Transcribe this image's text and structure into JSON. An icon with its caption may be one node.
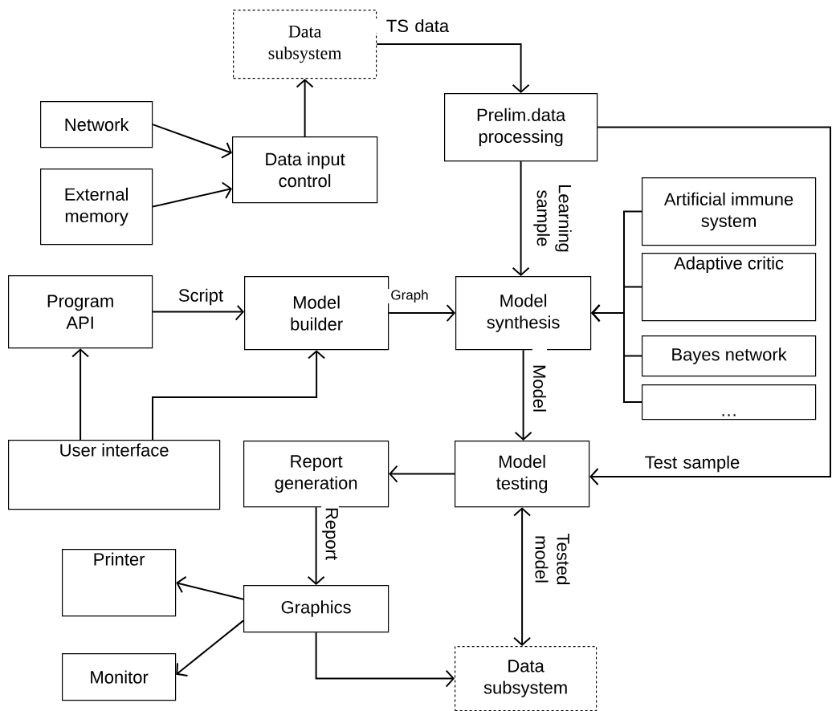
{
  "diagram": {
    "nodes": [
      {
        "text": [
          "Data subsystem"
        ]
      },
      {
        "text": [
          "Network"
        ]
      },
      {
        "text": [
          "Data input control"
        ]
      },
      {
        "text": [
          "External memory"
        ]
      },
      {
        "text": [
          "Prelim.data processing"
        ]
      },
      {
        "text": [
          "Artificial immune system"
        ]
      },
      {
        "text": [
          "Adaptive critic"
        ]
      },
      {
        "text": [
          "Bayes network"
        ]
      },
      {
        "text": [
          "…"
        ]
      },
      {
        "text": [
          "Program API"
        ]
      },
      {
        "text": [
          "Model builder"
        ]
      },
      {
        "text": [
          "Model synthesis"
        ]
      },
      {
        "text": [
          "User interface"
        ]
      },
      {
        "text": [
          "Report generation"
        ]
      },
      {
        "text": [
          "Model testing"
        ]
      },
      {
        "text": [
          "Printer"
        ]
      },
      {
        "text": [
          "Graphics"
        ]
      },
      {
        "text": [
          "Monitor"
        ]
      },
      {
        "text": [
          "Data subsystem"
        ]
      }
    ],
    "edges": [
      {
        "from": 0,
        "to": 4,
        "arrow": "to",
        "label": "TS data"
      },
      {
        "from": 1,
        "to": 2,
        "arrow": "to"
      },
      {
        "from": 3,
        "to": 2,
        "arrow": "to"
      },
      {
        "from": 2,
        "to": 0,
        "arrow": "to"
      },
      {
        "from": 4,
        "to": 11,
        "arrow": "to",
        "label": "Learning sample"
      },
      {
        "from": 4,
        "to": 14,
        "arrow": "to",
        "label": "Test sample"
      },
      {
        "from": 5,
        "to": 11,
        "arrow": "to"
      },
      {
        "from": 6,
        "to": 11,
        "arrow": "to"
      },
      {
        "from": 7,
        "to": 11,
        "arrow": "to"
      },
      {
        "from": 8,
        "to": 11,
        "arrow": "to"
      },
      {
        "from": 9,
        "to": 10,
        "arrow": "to",
        "label": "Script"
      },
      {
        "from": 12,
        "to": 9,
        "arrow": "to"
      },
      {
        "from": 12,
        "to": 10,
        "arrow": "to"
      },
      {
        "from": 10,
        "to": 11,
        "arrow": "to",
        "label": "Graph"
      },
      {
        "from": 11,
        "to": 14,
        "arrow": "to",
        "label": "Model"
      },
      {
        "from": 14,
        "to": 13,
        "arrow": "to"
      },
      {
        "from": 13,
        "to": 16,
        "arrow": "to",
        "label": "Report"
      },
      {
        "from": 16,
        "to": 15,
        "arrow": "to"
      },
      {
        "from": 16,
        "to": 17,
        "arrow": "to"
      },
      {
        "from": 16,
        "to": 18,
        "arrow": "to"
      },
      {
        "from": 14,
        "to": 18,
        "arrow": "both",
        "label": "Tested model"
      }
    ]
  }
}
